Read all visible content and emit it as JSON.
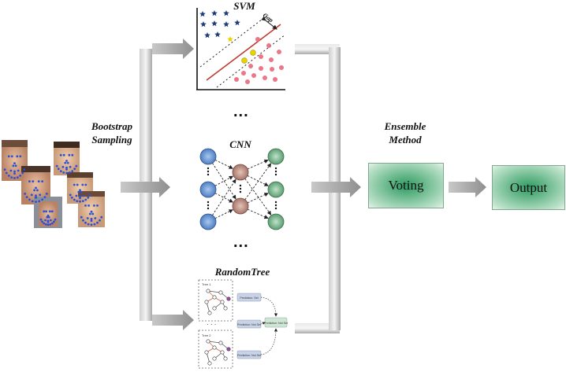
{
  "labels": {
    "bootstrap_line1": "Bootstrap",
    "bootstrap_line2": "Sampling",
    "ensemble_line1": "Ensemble",
    "ensemble_line2": "Method",
    "svm_title": "SVM",
    "svm_gap": "Gap",
    "cnn_title": "CNN",
    "randomtree_title": "RandomTree",
    "ellipsis": "..."
  },
  "boxes": {
    "voting": "Voting",
    "output": "Output"
  },
  "random_tree": {
    "tree1_label": "Tree 1",
    "tree2_label": "Tree 2",
    "pred1": "Prediction: Set",
    "pred2": "Prediction: Not Set",
    "pred3": "Prediction: Not Set",
    "final": "Prediction: Not Set"
  },
  "colors": {
    "arrow_gray": "#b9b9b9",
    "box_green": "#2f9a64",
    "cnn_input": "#5b8fd0",
    "cnn_hidden": "#b9897a",
    "cnn_output": "#6fae84",
    "svm_star": "#1f3d7a",
    "svm_dot": "#e8677a",
    "svm_line": "#c0392b",
    "svm_highlight": "#e8d300",
    "landmark": "#2b4fd6"
  }
}
